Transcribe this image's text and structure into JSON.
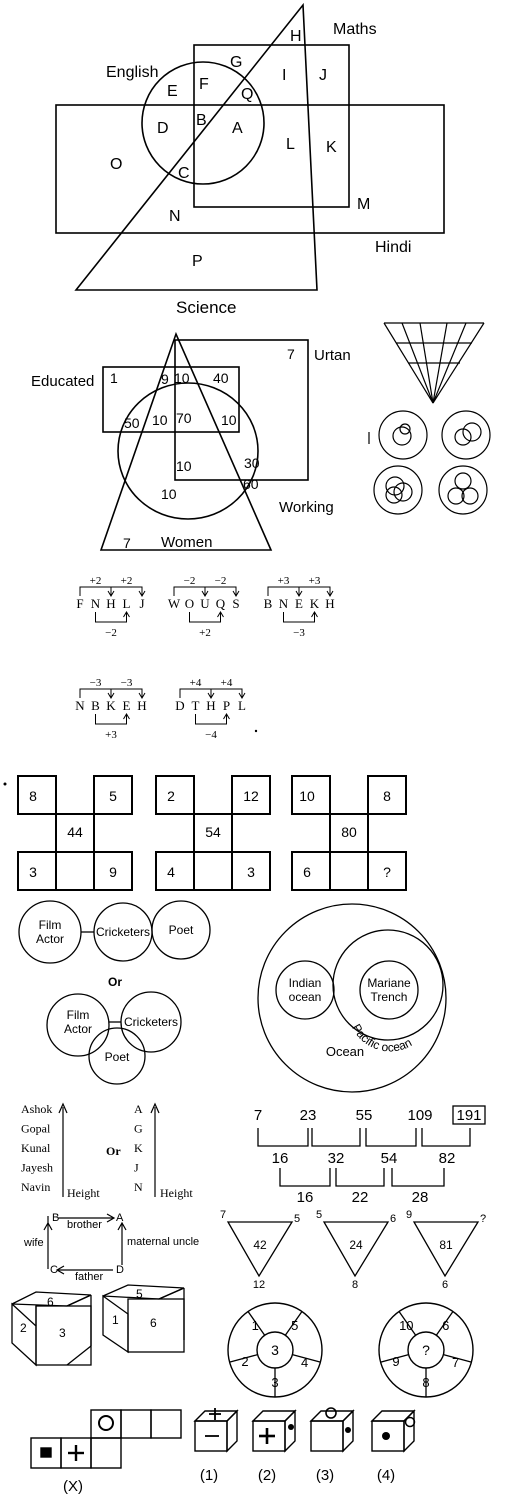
{
  "venn1": {
    "set_labels": {
      "maths": "Maths",
      "english": "English",
      "hindi": "Hindi",
      "science": "Science"
    },
    "regions": {
      "A": "A",
      "B": "B",
      "C": "C",
      "D": "D",
      "E": "E",
      "F": "F",
      "G": "G",
      "H": "H",
      "I": "I",
      "J": "J",
      "K": "K",
      "L": "L",
      "M": "M",
      "N": "N",
      "O": "O",
      "P": "P",
      "Q": "Q"
    }
  },
  "venn2": {
    "labels": {
      "urtan": "Urtan",
      "educated": "Educated",
      "working": "Working",
      "women": "Women"
    },
    "numbers": {
      "n7_top": "7",
      "n1": "1",
      "n9": "9",
      "n10_top": "10",
      "n40": "40",
      "n50": "50",
      "n10_left": "10",
      "n70": "70",
      "n10_right": "10",
      "n10_mid": "10",
      "n30": "30",
      "n60": "60",
      "n10_low": "10",
      "n7_bottom": "7"
    }
  },
  "series": {
    "groups": [
      {
        "letters": [
          "F",
          "N",
          "H",
          "L",
          "J"
        ],
        "top": [
          "+2",
          "+2"
        ],
        "bottom": "−2"
      },
      {
        "letters": [
          "W",
          "O",
          "U",
          "Q",
          "S"
        ],
        "top": [
          "−2",
          "−2"
        ],
        "bottom": "+2"
      },
      {
        "letters": [
          "B",
          "N",
          "E",
          "K",
          "H"
        ],
        "top": [
          "+3",
          "+3"
        ],
        "bottom": "−3"
      },
      {
        "letters": [
          "N",
          "B",
          "K",
          "E",
          "H"
        ],
        "top": [
          "−3",
          "−3"
        ],
        "bottom": "+3"
      },
      {
        "letters": [
          "D",
          "T",
          "H",
          "P",
          "L"
        ],
        "top": [
          "+4",
          "+4"
        ],
        "bottom": "−4"
      }
    ]
  },
  "number_grids": [
    {
      "tl": "8",
      "tr": "5",
      "center": "44",
      "bl": "3",
      "br": "9"
    },
    {
      "tl": "2",
      "tr": "12",
      "center": "54",
      "bl": "4",
      "br": "3"
    },
    {
      "tl": "10",
      "tr": "8",
      "center": "80",
      "bl": "6",
      "br": "?"
    }
  ],
  "circles_a": {
    "film_actor": "Film Actor",
    "cricketers": "Cricketers",
    "poet": "Poet",
    "or": "Or"
  },
  "circles_b": {
    "film_actor": "Film Actor",
    "cricketers": "Cricketers",
    "poet": "Poet"
  },
  "ocean": {
    "indian": "Indian ocean",
    "mariane": "Mariane Trench",
    "pacific": "Pacific ocean",
    "ocean": "Ocean"
  },
  "height": {
    "names": [
      "Ashok",
      "Gopal",
      "Kunal",
      "Jayesh",
      "Navin"
    ],
    "letters": [
      "A",
      "G",
      "K",
      "J",
      "N"
    ],
    "or": "Or",
    "height_label": "Height"
  },
  "number_series": {
    "top": [
      "7",
      "23",
      "55",
      "109",
      "191"
    ],
    "second": [
      "16",
      "32",
      "54",
      "82"
    ],
    "third": [
      "16",
      "22",
      "28"
    ]
  },
  "family": {
    "B": "B",
    "A": "A",
    "C": "C",
    "D": "D",
    "brother": "brother",
    "wife": "wife",
    "maternal_uncle": "maternal uncle",
    "father": "father"
  },
  "triangles": [
    {
      "tl": "7",
      "tr": "5",
      "center": "42",
      "bottom": "12"
    },
    {
      "tl": "5",
      "tr": "6",
      "center": "24",
      "bottom": "8"
    },
    {
      "tl": "9",
      "tr": "?",
      "center": "81",
      "bottom": "6"
    }
  ],
  "dice": [
    {
      "top": "6",
      "left": "2",
      "front": "3"
    },
    {
      "top": "5",
      "left": "1",
      "front": "6"
    }
  ],
  "wheels": [
    {
      "center": "3",
      "segments": [
        "1",
        "5",
        "4",
        "3",
        "2"
      ]
    },
    {
      "center": "?",
      "segments": [
        "10",
        "6",
        "7",
        "8",
        "9"
      ]
    }
  ],
  "cube_net": {
    "label": "(X)"
  },
  "cube_options": [
    "(1)",
    "(2)",
    "(3)",
    "(4)"
  ]
}
